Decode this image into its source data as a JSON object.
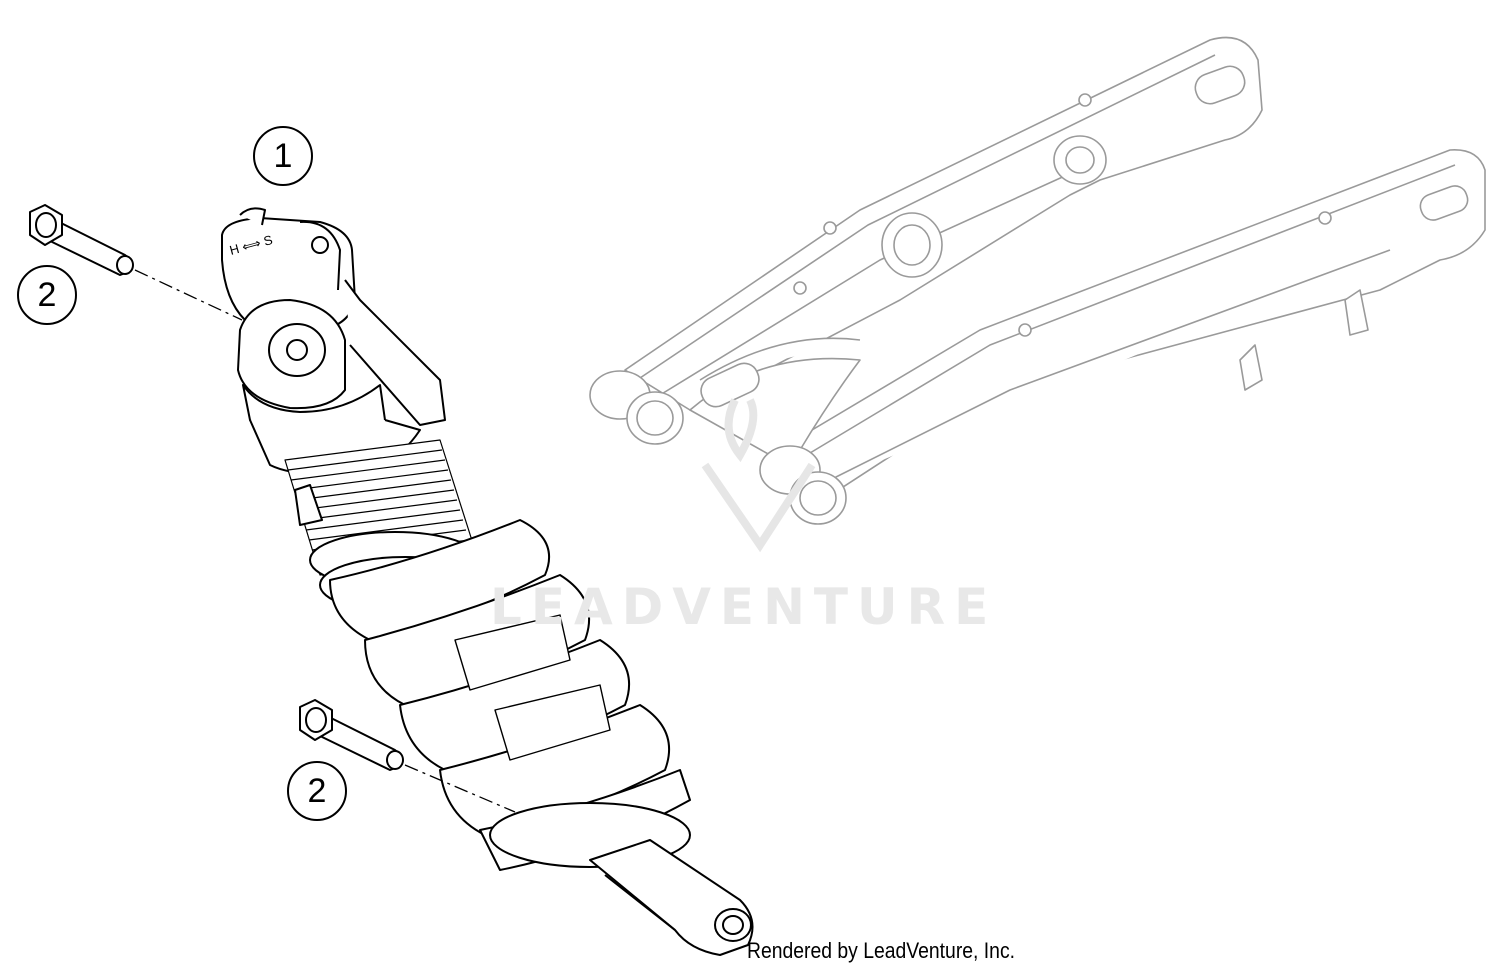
{
  "callouts": {
    "shock": "1",
    "upper_bolt": "2",
    "lower_bolt": "2"
  },
  "shock_marking": "H ⟺ S",
  "watermark": "LEADVENTURE",
  "credit": "Rendered by LeadVenture, Inc.",
  "colors": {
    "line": "#000000",
    "swingarm_line": "#9a9a9a",
    "watermark": "#e8e8e8"
  }
}
